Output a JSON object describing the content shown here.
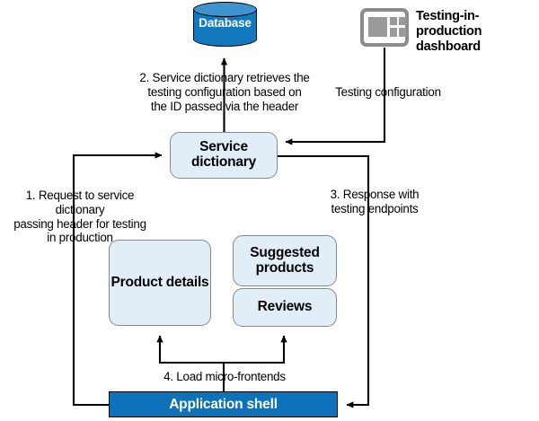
{
  "diagram": {
    "title": "Testing in production via service dictionary",
    "colors": {
      "box_fill": "#e2eef7",
      "box_border": "#7f8c92",
      "database_fill": "#1279bf",
      "database_top": "#3f93cf",
      "app_shell_fill": "#0d72b9",
      "app_shell_text": "#ffffff",
      "icon_gray": "#9a9a9a",
      "line": "#000000"
    },
    "nodes": {
      "database": {
        "label": "Database",
        "icon": "database-cylinder-icon"
      },
      "dashboard": {
        "label": "Testing-in-production\ndashboard",
        "icon": "dashboard-grid-icon"
      },
      "service_dictionary": {
        "label": "Service\ndictionary"
      },
      "product_details": {
        "label": "Product\ndetails"
      },
      "suggested_products": {
        "label": "Suggested\nproducts"
      },
      "reviews": {
        "label": "Reviews"
      },
      "application_shell": {
        "label": "Application shell"
      }
    },
    "edge_labels": {
      "step1": "1. Request to service dictionary\npassing header for testing\nin production",
      "step2": "2. Service dictionary retrieves the\ntesting configuration based on\nthe ID passed via the header",
      "step3": "3. Response with\ntesting endpoints",
      "step4": "4. Load micro-frontends",
      "testing_configuration": "Testing configuration"
    }
  }
}
